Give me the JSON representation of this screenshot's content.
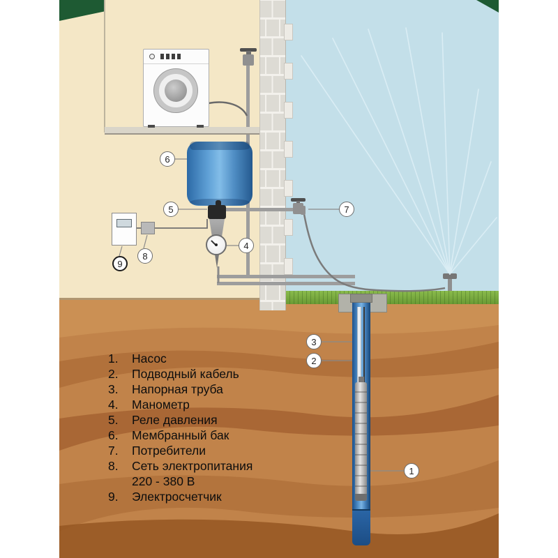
{
  "colors": {
    "sky": "#c3dfe9",
    "interior": "#f4e7c6",
    "corner_green": "#1e5a33",
    "grass": "#76a93e",
    "soil": "#c1834a",
    "tank_blue": "#3f7fbe",
    "casing_blue": "#3c77b5",
    "metal": "#9a9a9a"
  },
  "callouts": {
    "c1": "1",
    "c2": "2",
    "c3": "3",
    "c4": "4",
    "c5": "5",
    "c6": "6",
    "c7": "7",
    "c8": "8",
    "c9": "9"
  },
  "legend": {
    "items": [
      {
        "num": "1.",
        "label": "Насос"
      },
      {
        "num": "2.",
        "label": "Подводный кабель"
      },
      {
        "num": "3.",
        "label": "Напорная труба"
      },
      {
        "num": "4.",
        "label": "Манометр"
      },
      {
        "num": "5.",
        "label": "Реле давления"
      },
      {
        "num": "6.",
        "label": "Мембранный бак"
      },
      {
        "num": "7.",
        "label": "Потребители"
      },
      {
        "num": "8.",
        "label": "Сеть электропитания",
        "label2": "220 - 380 В"
      },
      {
        "num": "9.",
        "label": "Электросчетчик"
      }
    ]
  }
}
